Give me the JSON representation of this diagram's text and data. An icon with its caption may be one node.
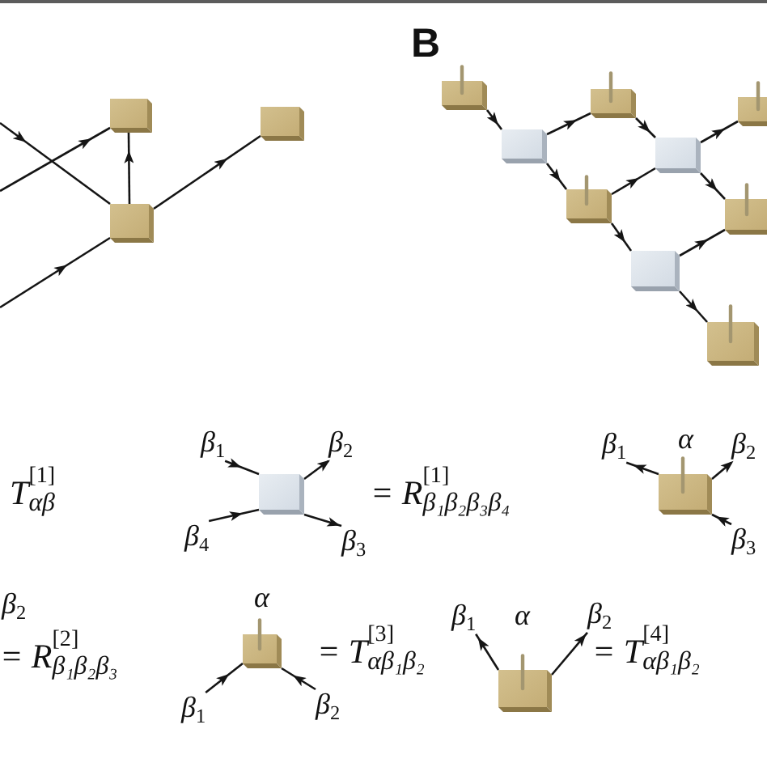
{
  "diagram": {
    "nodes": [
      {
        "text": [],
        "shape": "box"
      },
      {
        "text": [],
        "shape": "box"
      },
      {
        "text": [],
        "shape": "box"
      },
      {
        "text": [],
        "shape": "box"
      },
      {
        "text": [],
        "shape": "box"
      },
      {
        "text": [],
        "shape": "box"
      },
      {
        "text": [],
        "shape": "box"
      },
      {
        "text": [],
        "shape": "box"
      },
      {
        "text": [],
        "shape": "box"
      },
      {
        "text": [],
        "shape": "box"
      },
      {
        "text": [],
        "shape": "box"
      },
      {
        "text": [],
        "shape": "box"
      },
      {
        "text": [
          "β$_{1}$"
        ]
      },
      {
        "text": [
          "β$_{2}$"
        ]
      },
      {
        "text": [],
        "shape": "box"
      },
      {
        "text": [
          "β$_{4}$"
        ]
      },
      {
        "text": [
          "β$_{3}$"
        ]
      },
      {
        "text": [
          "β$_{1}$"
        ]
      },
      {
        "text": [
          "β$_{2}$"
        ]
      },
      {
        "text": [],
        "shape": "box",
        "beside": [
          "α"
        ]
      },
      {
        "text": [
          "β$_{3}$"
        ]
      },
      {
        "text": [],
        "shape": "box",
        "beside": [
          "α"
        ]
      },
      {
        "text": [
          "β$_{1}$"
        ]
      },
      {
        "text": [
          "β$_{2}$"
        ]
      },
      {
        "text": [
          "β$_{1}$"
        ]
      },
      {
        "text": [
          "β$_{2}$"
        ]
      },
      {
        "text": [],
        "shape": "box",
        "beside": [
          "α"
        ]
      }
    ],
    "edges": [
      {
        "from": null,
        "to": 2,
        "arrow": "to"
      },
      {
        "from": null,
        "to": 0,
        "arrow": "to"
      },
      {
        "from": 2,
        "to": 0,
        "arrow": "to"
      },
      {
        "from": 2,
        "to": 1,
        "arrow": "to"
      },
      {
        "from": null,
        "to": 2,
        "arrow": "to"
      },
      {
        "from": 3,
        "to": 4,
        "arrow": "to"
      },
      {
        "from": 4,
        "to": 5,
        "arrow": "to"
      },
      {
        "from": 4,
        "to": 7,
        "arrow": "to"
      },
      {
        "from": 5,
        "to": 6,
        "arrow": "to"
      },
      {
        "from": 7,
        "to": 6,
        "arrow": "to"
      },
      {
        "from": 6,
        "to": 8,
        "arrow": "to"
      },
      {
        "from": 6,
        "to": 9,
        "arrow": "to"
      },
      {
        "from": 7,
        "to": 10,
        "arrow": "to"
      },
      {
        "from": 10,
        "to": 9,
        "arrow": "to"
      },
      {
        "from": 10,
        "to": 11,
        "arrow": "to"
      },
      {
        "from": 12,
        "to": 14,
        "arrow": "to"
      },
      {
        "from": 14,
        "to": 13,
        "arrow": "to"
      },
      {
        "from": 15,
        "to": 14,
        "arrow": "to"
      },
      {
        "from": 14,
        "to": 16,
        "arrow": "to"
      },
      {
        "from": 19,
        "to": 17,
        "arrow": "to"
      },
      {
        "from": 19,
        "to": 18,
        "arrow": "to"
      },
      {
        "from": 20,
        "to": 19,
        "arrow": "to"
      },
      {
        "from": 22,
        "to": 21,
        "arrow": "to"
      },
      {
        "from": 23,
        "to": 21,
        "arrow": "to"
      },
      {
        "from": 26,
        "to": 24,
        "arrow": "to"
      },
      {
        "from": 26,
        "to": 25,
        "arrow": "to"
      }
    ],
    "labels": [
      "B",
      "T$^{[1]}$$_{αβ}$",
      "= R$^{[1]}$$_{β₁β₂β₃β₄}$",
      "β$_{2}$",
      "= R$^{[2]}$$_{β₁β₂β₃}$",
      "= T$^{[3]}$$_{αβ₁β₂}$",
      "= T$^{[4]}$$_{αβ₁β₂}$"
    ]
  }
}
